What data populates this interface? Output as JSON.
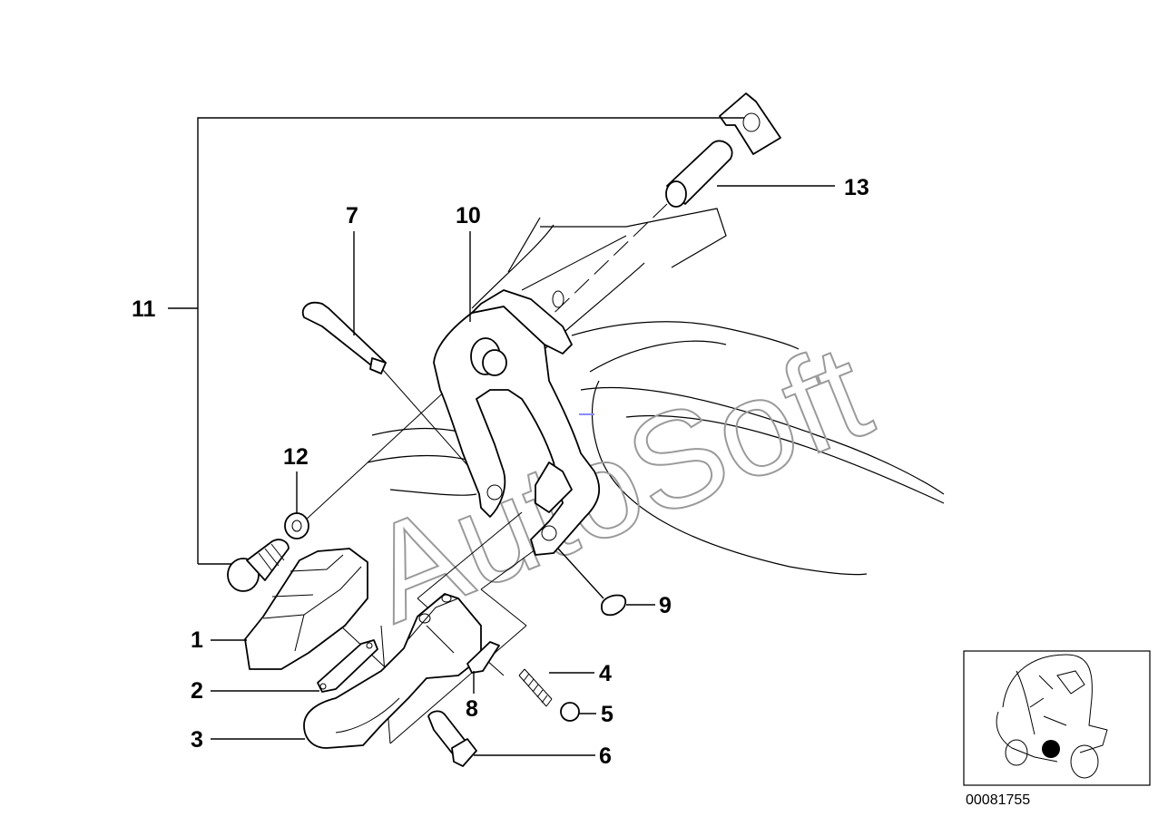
{
  "watermark": "AutoSoft",
  "reference_number": "00081755",
  "callouts": [
    {
      "id": "1",
      "label": "1"
    },
    {
      "id": "2",
      "label": "2"
    },
    {
      "id": "3",
      "label": "3"
    },
    {
      "id": "4",
      "label": "4"
    },
    {
      "id": "5",
      "label": "5"
    },
    {
      "id": "6",
      "label": "6"
    },
    {
      "id": "7",
      "label": "7"
    },
    {
      "id": "8",
      "label": "8"
    },
    {
      "id": "9",
      "label": "9"
    },
    {
      "id": "10",
      "label": "10"
    },
    {
      "id": "11",
      "label": "11"
    },
    {
      "id": "12",
      "label": "12"
    },
    {
      "id": "13",
      "label": "13"
    }
  ]
}
